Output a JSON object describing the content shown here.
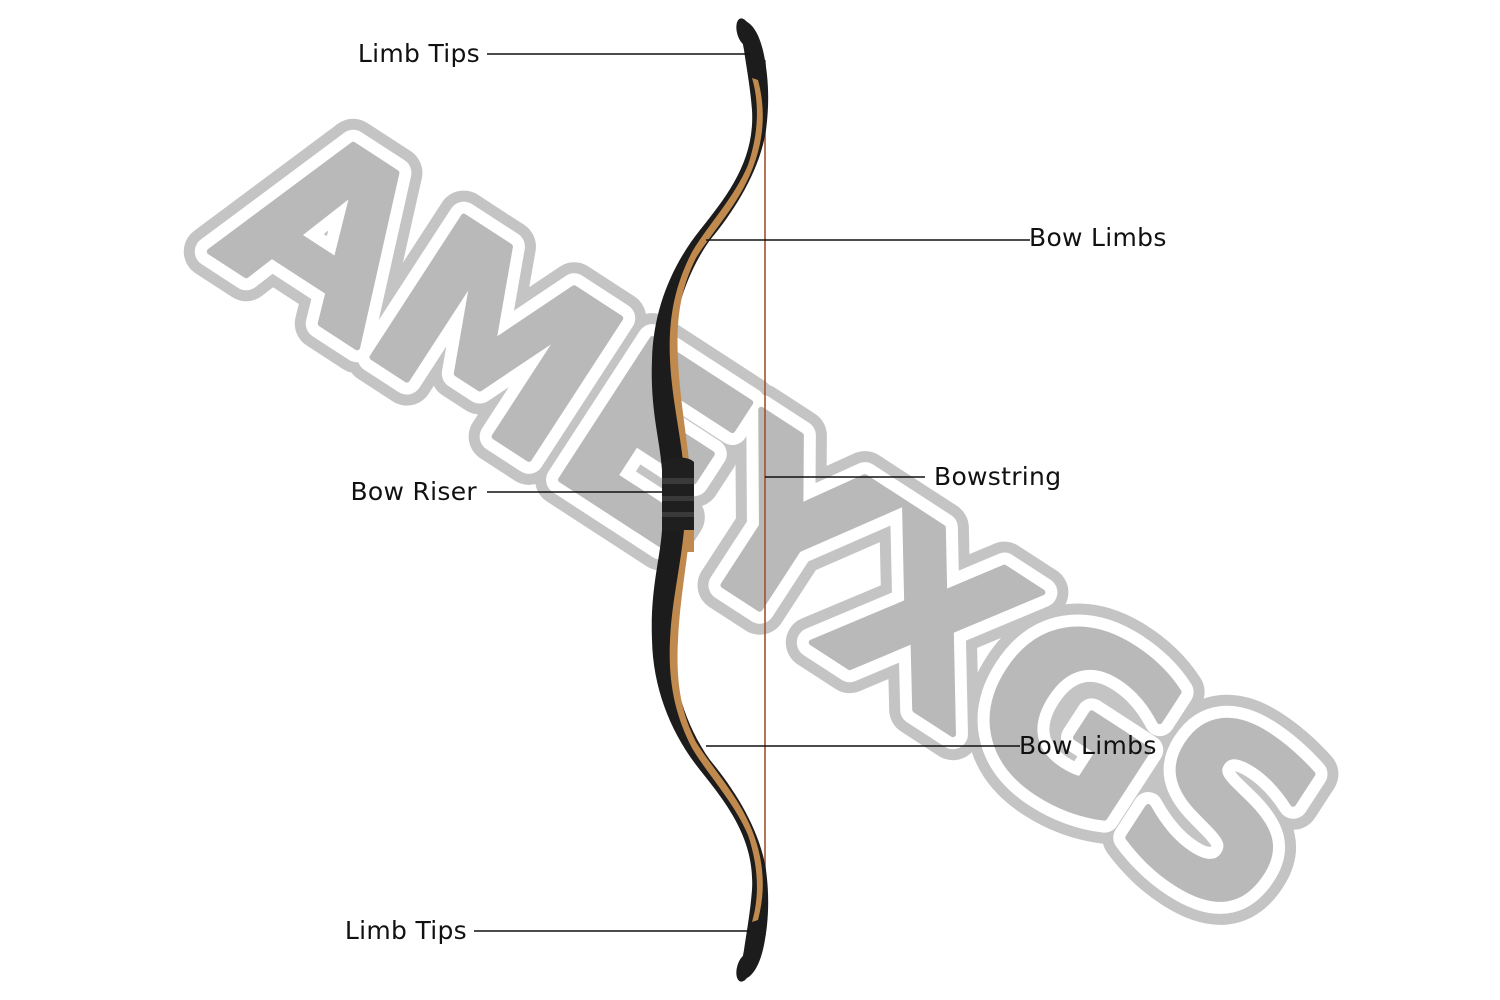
{
  "watermark": {
    "text": "AMEYXGS",
    "fill_color": "#b9b9b9",
    "outline_color": "#c4c4c4"
  },
  "labels": {
    "limb_tips_top": "Limb Tips",
    "bow_limbs_upper": "Bow Limbs",
    "bow_riser": "Bow Riser",
    "bowstring": "Bowstring",
    "bow_limbs_lower": "Bow Limbs",
    "limb_tips_bottom": "Limb Tips"
  },
  "colors": {
    "background": "#ffffff",
    "bow_limb": "#1c1c1c",
    "bow_wood": "#c08a4e",
    "bowstring": "#a0522d",
    "leader_line": "#111111",
    "label_text": "#111111"
  }
}
